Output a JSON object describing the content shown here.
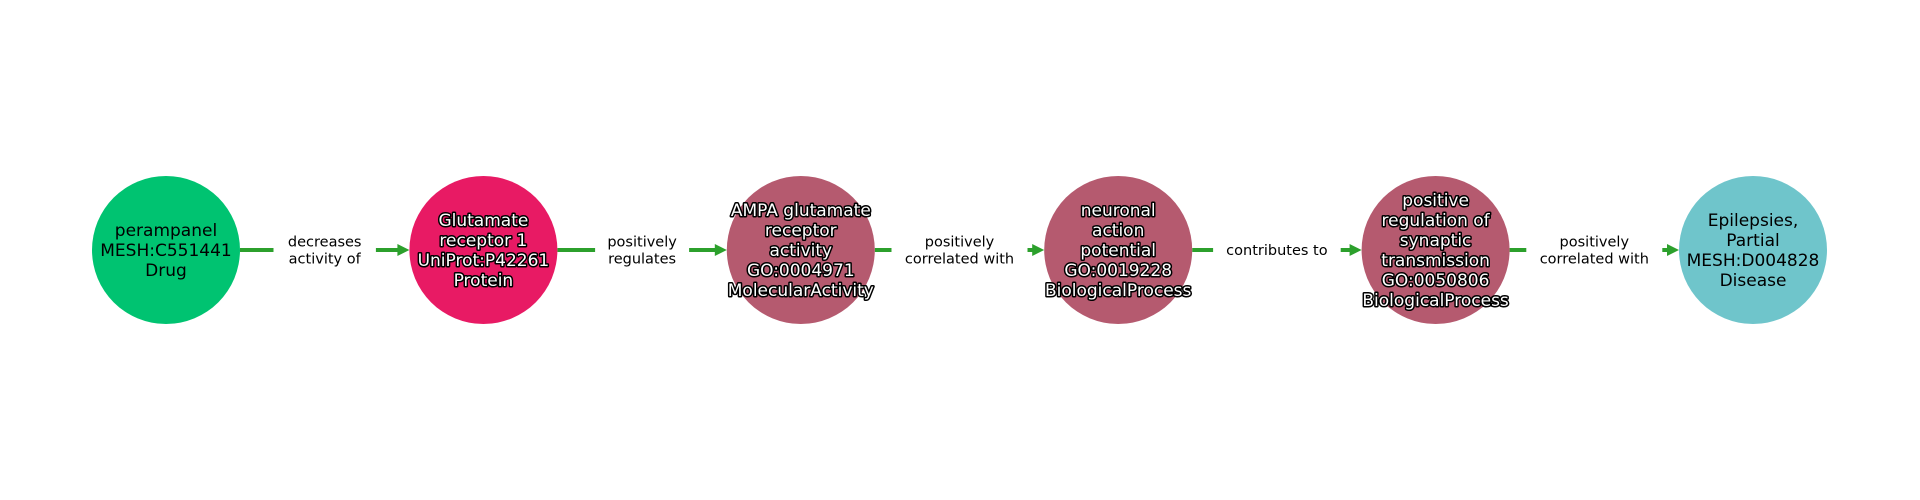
{
  "edge_color": "#2ca02c",
  "nodes": [
    {
      "lines": [
        "perampanel",
        "MESH:C551441",
        "Drug"
      ],
      "color": "#00c371",
      "outlined": false
    },
    {
      "lines": [
        "Glutamate",
        "receptor 1",
        "UniProt:P42261",
        "Protein"
      ],
      "color": "#e81a64",
      "outlined": true
    },
    {
      "lines": [
        "AMPA glutamate",
        "receptor",
        "activity",
        "GO:0004971",
        "MolecularActivity"
      ],
      "color": "#b55a6f",
      "outlined": true
    },
    {
      "lines": [
        "neuronal",
        "action",
        "potential",
        "GO:0019228",
        "BiologicalProcess"
      ],
      "color": "#b55a6f",
      "outlined": true
    },
    {
      "lines": [
        "positive",
        "regulation of",
        "synaptic",
        "transmission",
        "GO:0050806",
        "BiologicalProcess"
      ],
      "color": "#b55a6f",
      "outlined": true
    },
    {
      "lines": [
        "Epilepsies,",
        "Partial",
        "MESH:D004828",
        "Disease"
      ],
      "color": "#6fc5cb",
      "outlined": false
    }
  ],
  "edges": [
    {
      "from": 0,
      "to": 1,
      "lines": [
        "decreases",
        "activity of"
      ]
    },
    {
      "from": 1,
      "to": 2,
      "lines": [
        "positively",
        "regulates"
      ]
    },
    {
      "from": 2,
      "to": 3,
      "lines": [
        "positively",
        "correlated with"
      ]
    },
    {
      "from": 3,
      "to": 4,
      "lines": [
        "contributes to"
      ]
    },
    {
      "from": 4,
      "to": 5,
      "lines": [
        "positively",
        "correlated with"
      ]
    }
  ]
}
